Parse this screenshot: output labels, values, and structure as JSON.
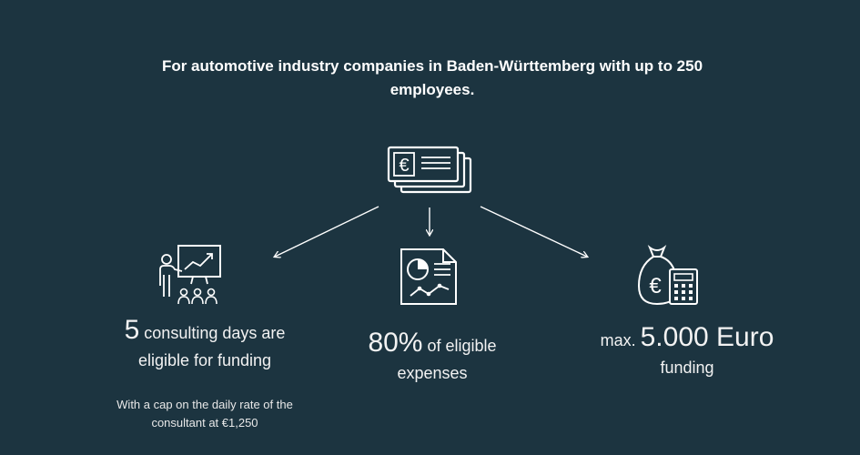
{
  "headline": "For automotive industry companies in Baden-Württemberg with up to 250 employees.",
  "icons": {
    "top": "money-stack-icon",
    "left": "presentation-icon",
    "middle": "report-chart-icon",
    "right": "money-bag-calculator-icon"
  },
  "currency_symbol": "€",
  "left": {
    "number": "5",
    "line1_rest": "consulting days are",
    "line2": "eligible for funding",
    "note": "With a cap on the daily rate of the consultant at €1,250"
  },
  "middle": {
    "number": "80%",
    "line1_rest": "of eligible",
    "line2": "expenses"
  },
  "right": {
    "prefix": "max.",
    "amount": "5.000 Euro",
    "line2": "funding"
  },
  "colors": {
    "background": "#1c3440",
    "text": "#ffffff"
  }
}
